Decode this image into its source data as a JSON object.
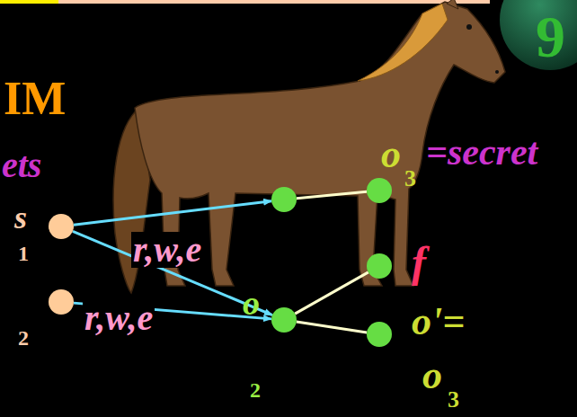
{
  "diagram": {
    "nodes": [
      {
        "text": [
          "s",
          "1"
        ]
      },
      {
        "text": [
          "2"
        ]
      },
      {
        "text": []
      },
      {
        "text": [
          "o",
          "2"
        ]
      },
      {
        "text": [
          "o",
          "3",
          "=secret"
        ]
      },
      {
        "text": [
          "f"
        ]
      },
      {
        "text": [
          "o'=",
          "o",
          "3"
        ]
      }
    ],
    "edges": [
      {
        "from": 0,
        "to": 2,
        "arrow": "to"
      },
      {
        "from": 0,
        "to": 3,
        "arrow": "to",
        "label": "r,w,e"
      },
      {
        "from": 1,
        "to": 3,
        "arrow": "to",
        "label": "r,w,e"
      },
      {
        "from": 2,
        "to": 4,
        "arrow": "none"
      },
      {
        "from": 3,
        "to": 5,
        "arrow": "none"
      },
      {
        "from": 3,
        "to": 6,
        "arrow": "none"
      }
    ],
    "labels": [
      "IM",
      "ets",
      "9"
    ]
  }
}
